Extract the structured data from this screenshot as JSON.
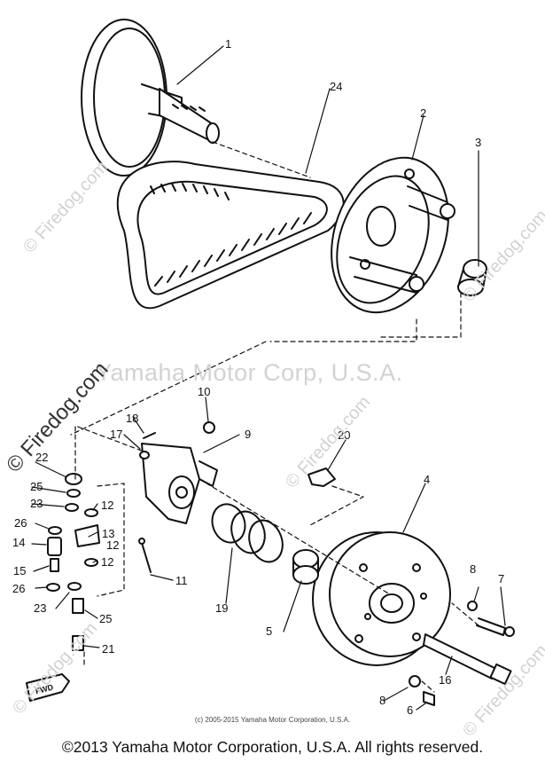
{
  "watermarks": {
    "center": "Yamaha Motor Corp, U.S.A.",
    "site_left": "© Firedog.com",
    "site_repeat": "© Firedog.com"
  },
  "fwd_marker": "FWD",
  "part_numbers": {
    "p1": "1",
    "p2": "2",
    "p3": "3",
    "p4": "4",
    "p5": "5",
    "p6": "6",
    "p7": "7",
    "p8a": "8",
    "p8b": "8",
    "p9": "9",
    "p10": "10",
    "p11": "11",
    "p12a": "12",
    "p12b": "12",
    "p12c": "12",
    "p13": "13",
    "p14": "14",
    "p15": "15",
    "p16": "16",
    "p17": "17",
    "p18": "18",
    "p19": "19",
    "p20": "20",
    "p21": "21",
    "p22": "22",
    "p23a": "23",
    "p23b": "23",
    "p24": "24",
    "p25a": "25",
    "p25b": "25",
    "p26a": "26",
    "p26b": "26"
  },
  "copyright_small": "(c) 2005-2015 Yamaha Motor Corporation, U.S.A.",
  "copyright_footer": "©2013 Yamaha Motor Corporation, U.S.A. All rights reserved."
}
